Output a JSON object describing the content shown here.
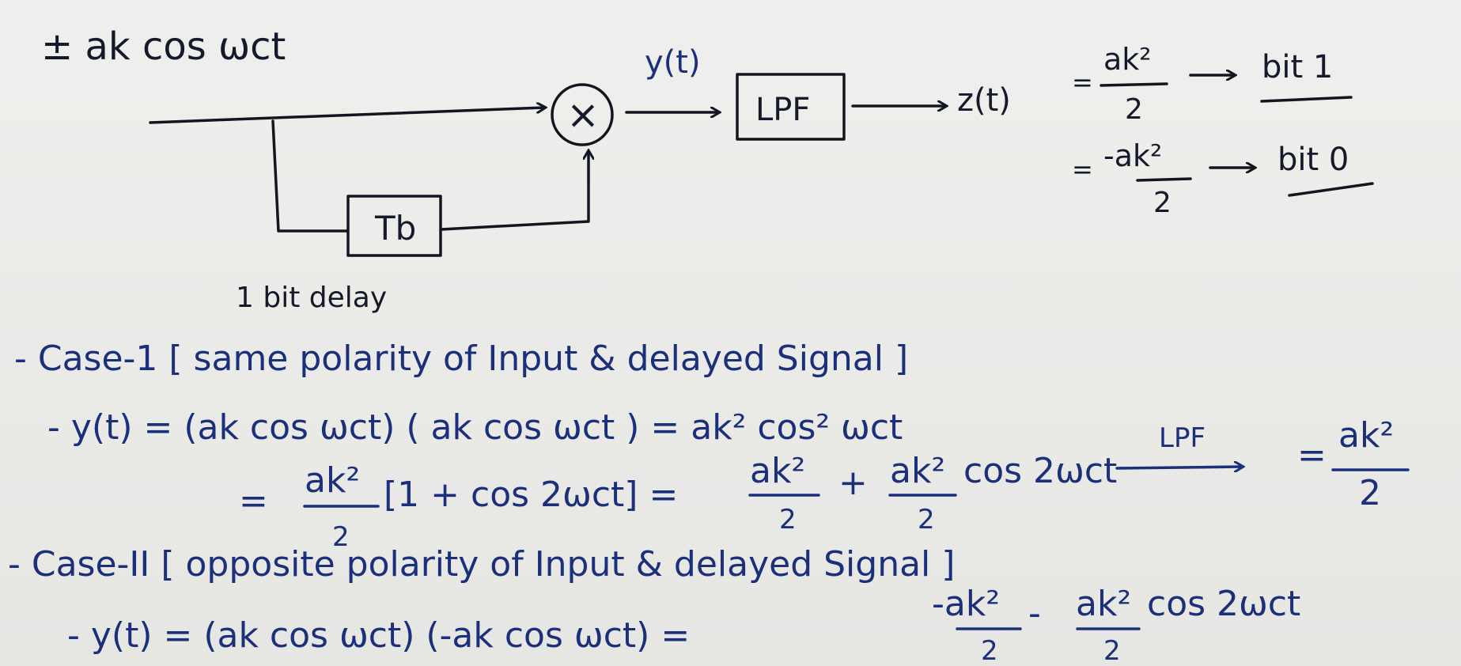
{
  "header": {
    "input_signal": "± ak cos ωct"
  },
  "diagram": {
    "multiplier_symbol": "×",
    "multiplier_output": "y(t)",
    "lpf_label": "LPF",
    "delay_label": "Tb",
    "delay_caption": "1 bit delay",
    "lpf_output": "z(t)",
    "decision": [
      {
        "lhs": "=",
        "value_num": "ak²",
        "value_den": "2",
        "result": "bit 1"
      },
      {
        "lhs": "=",
        "value_num": "-ak²",
        "value_den": "2",
        "result": "bit 0"
      }
    ]
  },
  "notes": {
    "case1_title": "- Case-1 [ same polarity of Input & delayed Signal ]",
    "case1_eq1": "- y(t) = (ak cos ωct) ( ak cos ωct ) = ak² cos² ωct",
    "case1_eq2_prefix": "=",
    "case1_eq2_frac_num": "ak²",
    "case1_eq2_frac_den": "2",
    "case1_eq2_mid": "[1 + cos 2ωct] =",
    "case1_eq2_t1_num": "ak²",
    "case1_eq2_t1_den": "2",
    "case1_eq2_plus": "+",
    "case1_eq2_t2_num": "ak²",
    "case1_eq2_t2_den": "2",
    "case1_eq2_t2_tail": "cos 2ωct",
    "case1_eq2_arrow_label": "LPF",
    "case1_eq2_result_prefix": "=",
    "case1_eq2_result_num": "ak²",
    "case1_eq2_result_den": "2",
    "case2_title": "- Case-II [ opposite polarity of Input & delayed Signal ]",
    "case2_eq1_prefix": "- y(t) = (ak cos ωct) (-ak cos ωct) =",
    "case2_eq1_t1_num": "-ak²",
    "case2_eq1_t1_den": "2",
    "case2_eq1_minus": "-",
    "case2_eq1_t2_num": "ak²",
    "case2_eq1_t2_den": "2",
    "case2_eq1_tail": "cos 2ωct"
  },
  "colors": {
    "ink": "#1c2f7a",
    "marker": "#121620",
    "board": "#e9e9e7"
  }
}
